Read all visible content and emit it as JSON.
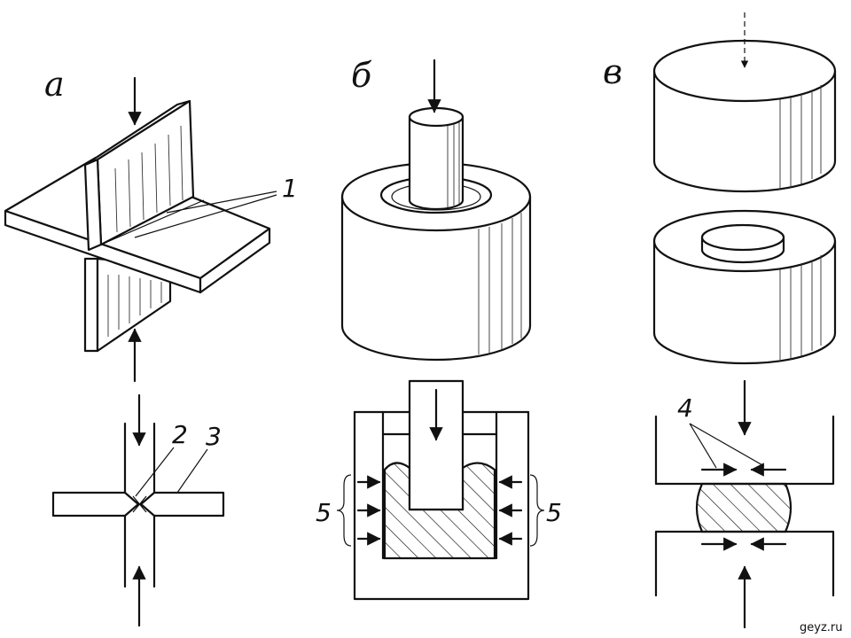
{
  "labels": {
    "panel_a": "а",
    "panel_b": "б",
    "panel_v": "в",
    "n1": "1",
    "n2": "2",
    "n3": "3",
    "n4": "4",
    "n5_left": "5",
    "n5_right": "5"
  },
  "watermark": "geyz.ru",
  "colors": {
    "ink": "#111111",
    "background": "#ffffff"
  }
}
